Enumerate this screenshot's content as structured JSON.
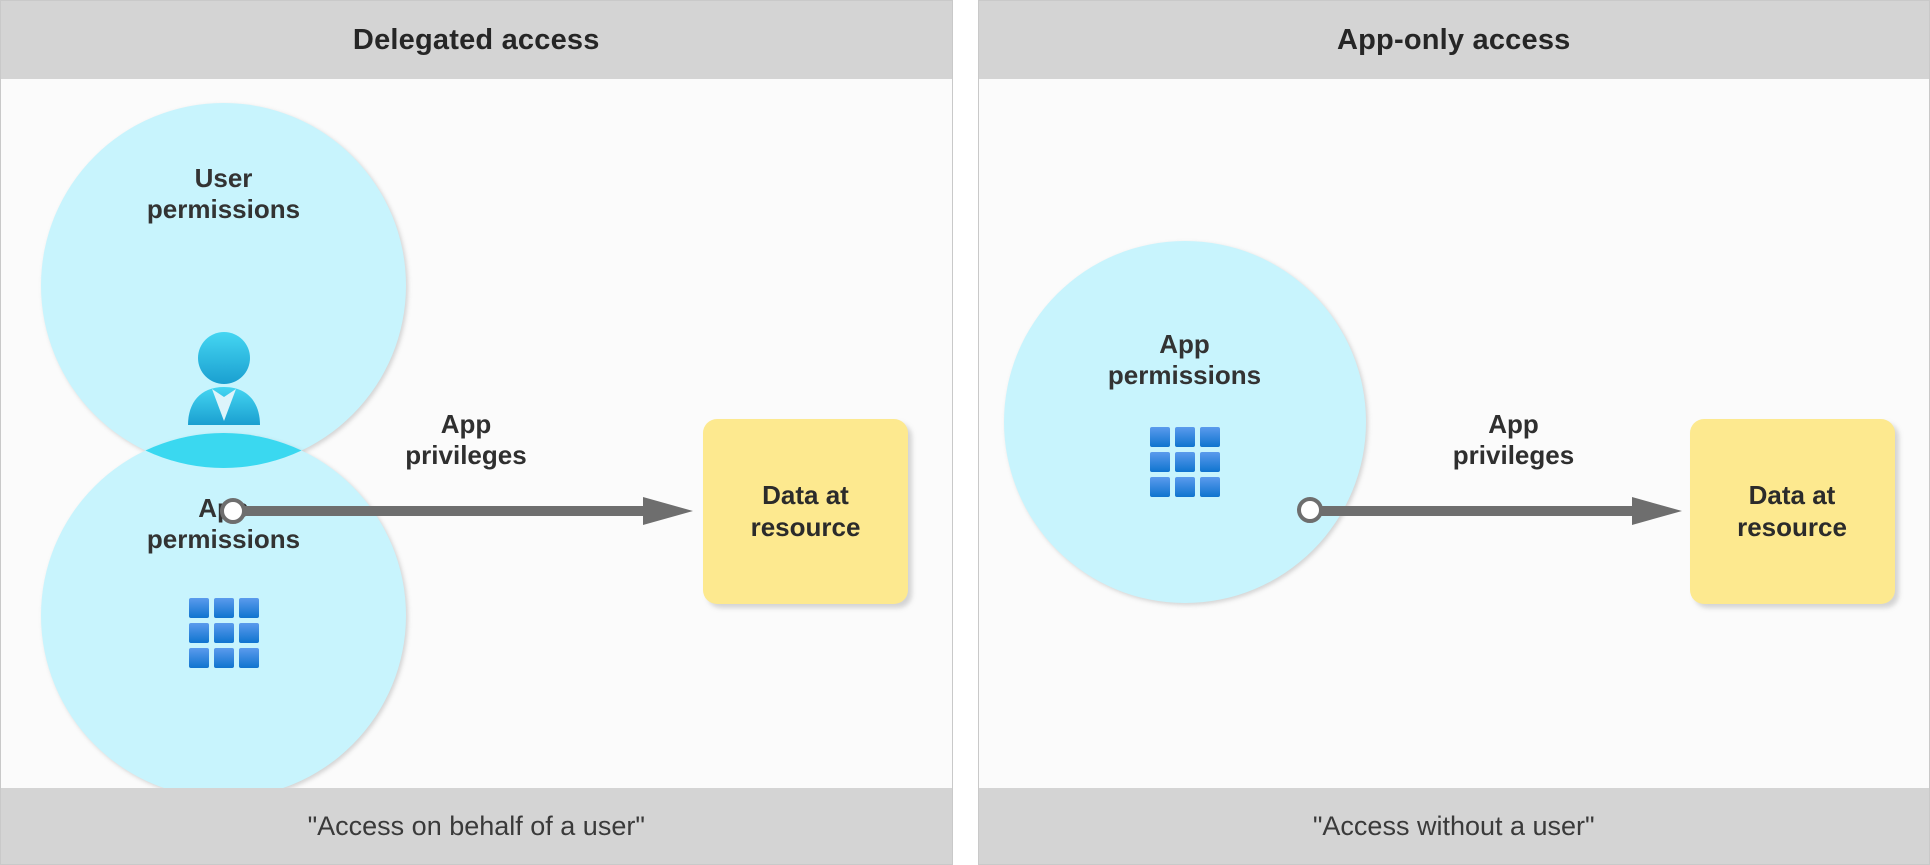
{
  "diagram": {
    "title_left": "Delegated access",
    "title_right": "App-only access",
    "colors": {
      "header_bg": "#d4d4d4",
      "panel_bg": "#fbfbfb",
      "panel_border": "#c9c9c9",
      "circle_fill": "#c8f4fd",
      "lens_fill": "#3ad8f0",
      "arrow": "#6e6e6e",
      "resource_fill": "#fde98f",
      "text": "#333333",
      "person_icon_top": "#3fd0f0",
      "person_icon_bottom": "#1a9fd0",
      "grid_icon_top": "#5b9bed",
      "grid_icon_bottom": "#0f74cf"
    }
  },
  "panels": [
    {
      "id": "delegated-access",
      "header": "Delegated access",
      "footer": "\"Access on behalf of a user\"",
      "circles": [
        {
          "label_line1": "User",
          "label_line2": "permissions",
          "icon": "person-icon"
        },
        {
          "label_line1": "App",
          "label_line2": "permissions",
          "icon": "grid-icon"
        }
      ],
      "arrow": {
        "label_line1": "App",
        "label_line2": "privileges"
      },
      "resource": {
        "label_line1": "Data at",
        "label_line2": "resource"
      }
    },
    {
      "id": "app-only-access",
      "header": "App-only access",
      "footer": "\"Access without a user\"",
      "circles": [
        {
          "label_line1": "App",
          "label_line2": "permissions",
          "icon": "grid-icon"
        }
      ],
      "arrow": {
        "label_line1": "App",
        "label_line2": "privileges"
      },
      "resource": {
        "label_line1": "Data at",
        "label_line2": "resource"
      }
    }
  ]
}
